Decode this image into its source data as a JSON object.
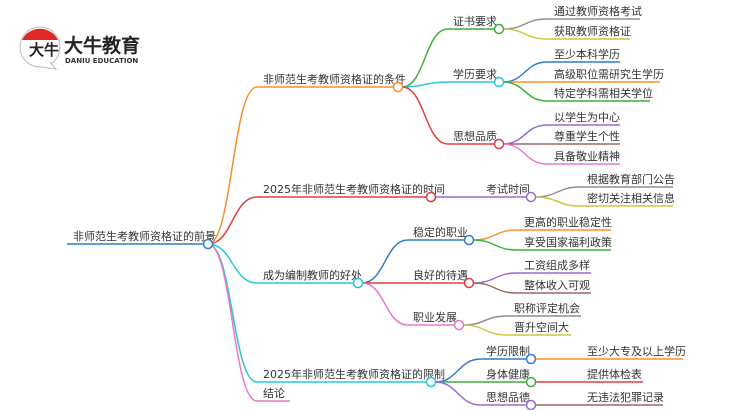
{
  "logo": {
    "name": "大牛教育",
    "subtitle": "DANIU EDUCATION",
    "mark": "大牛"
  },
  "colors": {
    "root": "#2f7dc8",
    "orange": "#f7902b",
    "red": "#e04040",
    "cyan": "#2cc6d8",
    "pink": "#ea78c8",
    "green": "#3daf3a",
    "blue": "#2f7dc8",
    "purple": "#9a6bd0",
    "brown": "#9a6a60",
    "gray": "#8f8f8f",
    "yellow": "#c8c83a"
  },
  "mindmap": {
    "root": "非师范生考教师资格证的前景",
    "branches": [
      {
        "label": "非师范生考教师资格证的条件",
        "children": [
          {
            "label": "证书要求",
            "children": [
              "通过教师资格考试",
              "获取教师资格证"
            ]
          },
          {
            "label": "学历要求",
            "children": [
              "至少本科学历",
              "高级职位需研究生学历",
              "特定学科需相关学位"
            ]
          },
          {
            "label": "思想品质",
            "children": [
              "以学生为中心",
              "尊重学生个性",
              "具备敬业精神"
            ]
          }
        ]
      },
      {
        "label": "2025年非师范生考教师资格证的时间",
        "children": [
          {
            "label": "考试时间",
            "children": [
              "根据教育部门公告",
              "密切关注相关信息"
            ]
          }
        ]
      },
      {
        "label": "成为编制教师的好处",
        "children": [
          {
            "label": "稳定的职业",
            "children": [
              "更高的职业稳定性",
              "享受国家福利政策"
            ]
          },
          {
            "label": "良好的待遇",
            "children": [
              "工资组成多样",
              "整体收入可观"
            ]
          },
          {
            "label": "职业发展",
            "children": [
              "职称评定机会",
              "晋升空间大"
            ]
          }
        ]
      },
      {
        "label": "2025年非师范生考教师资格证的限制",
        "children": [
          {
            "label": "学历限制",
            "children": [
              "至少大专及以上学历"
            ]
          },
          {
            "label": "身体健康",
            "children": [
              "提供体检表"
            ]
          },
          {
            "label": "思想品德",
            "children": [
              "无违法犯罪记录"
            ]
          }
        ]
      },
      {
        "label": "结论",
        "children": []
      }
    ]
  }
}
